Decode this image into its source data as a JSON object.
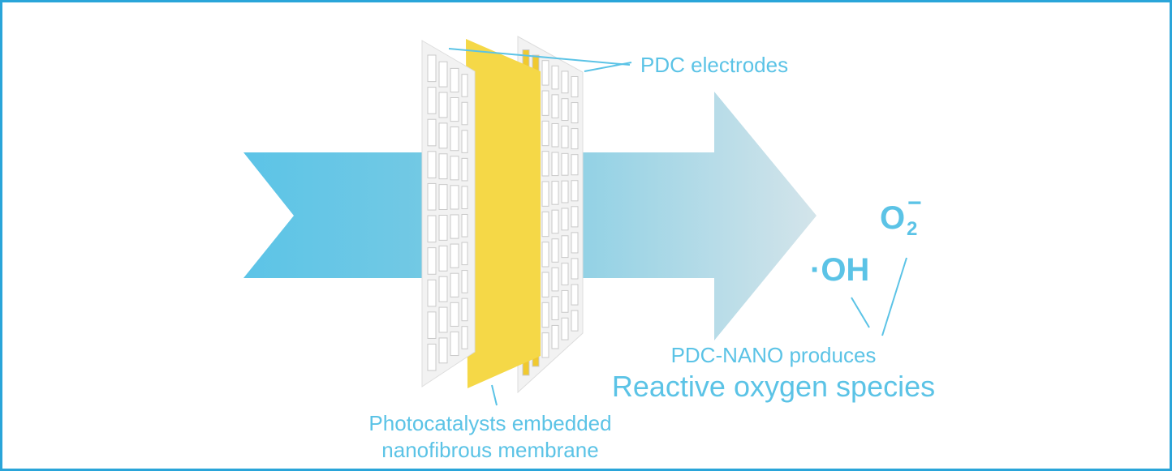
{
  "labels": {
    "electrodes": "PDC electrodes",
    "membrane_line1": "Photocatalysts embedded",
    "membrane_line2": "nanofibrous membrane",
    "produces": "PDC-NANO produces",
    "ros": "Reactive oxygen species"
  },
  "species": {
    "hydroxyl": "·OH",
    "superoxide_base": "O",
    "superoxide_sub": "2",
    "superoxide_sup": "−"
  },
  "colors": {
    "accent": "#5bc3e6",
    "frame": "#2aa5d9",
    "arrow_start": "#5cc4e7",
    "arrow_end": "#cfe3ea",
    "membrane": "#f5d847",
    "electrode": "#f2f2f2"
  }
}
